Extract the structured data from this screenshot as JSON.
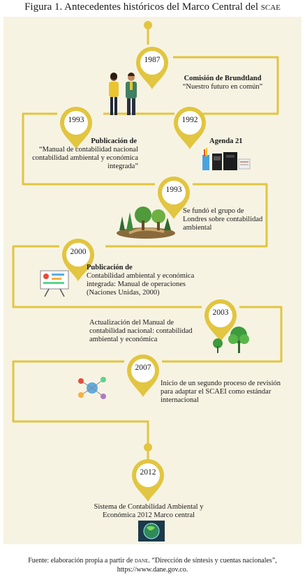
{
  "figure": {
    "title": "Figura 1. Antecedentes históricos del Marco Central del",
    "title_abbr": "scae"
  },
  "colors": {
    "line": "#e2c540",
    "pin": "#e2c540",
    "panel": "#f7f3e3"
  },
  "milestones": [
    {
      "year": "1987",
      "title": "Comisión de Brundtland",
      "text": "“Nuestro futuro en común”"
    },
    {
      "year": "1993",
      "title": "Publicación de",
      "text": "“Manual de contabilidad nacional contabilidad ambiental y económica integrada”"
    },
    {
      "year": "1992",
      "title": "Agenda 21",
      "text": ""
    },
    {
      "year": "1993",
      "title": "",
      "text": "Se fundó el grupo de Londres sobre contabilidad ambiental"
    },
    {
      "year": "2000",
      "title": "Publicación de",
      "text": "Contabilidad ambiental y económica integrada: Manual de operaciones (Naciones Unidas, 2000)"
    },
    {
      "year": "2003",
      "title": "",
      "text": "Actualización del Manual de contabilidad nacional: contabilidad ambiental y económica"
    },
    {
      "year": "2007",
      "title": "",
      "text": "Inicio de un segundo proceso de revisión para adaptar el SCAEI como estándar internacional"
    },
    {
      "year": "2012",
      "title": "",
      "text": "Sistema de Contabilidad Ambiental y Económica 2012 Marco central"
    }
  ],
  "source": {
    "line1_a": "Fuente: elaboración propia a partir de",
    "line1_abbr": "dane",
    "line1_b": ". “Dirección de síntesis y cuentas nacionales”,",
    "line2": "https://www.dane.gov.co."
  }
}
